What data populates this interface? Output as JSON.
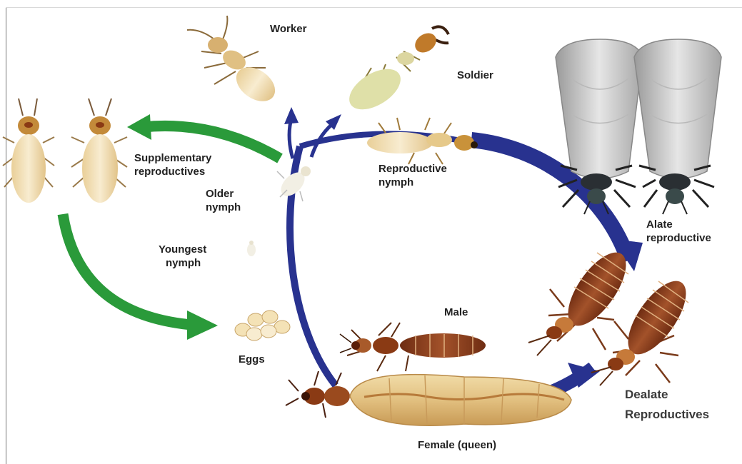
{
  "labels": {
    "worker": "Worker",
    "soldier": "Soldier",
    "supplementary_1": "Supplementary",
    "supplementary_2": "reproductives",
    "reproductive_nymph_1": "Reproductive",
    "reproductive_nymph_2": "nymph",
    "older_nymph_1": "Older",
    "older_nymph_2": "nymph",
    "youngest_nymph_1": "Youngest",
    "youngest_nymph_2": "nymph",
    "alate_1": "Alate",
    "alate_2": "reproductive",
    "male": "Male",
    "eggs": "Eggs",
    "dealate_1": "Dealate",
    "dealate_2": "Reproductives",
    "female": "Female (queen)"
  },
  "colors": {
    "cycle_arrow": "#28328f",
    "green_arrow": "#2a9a3a",
    "nymph_body": "#f0dcb0",
    "soldier_body": "#dfe0a8",
    "dealate_body": "#8b3d1c",
    "queen_abdomen": "#e8cf95",
    "wing": "#c9c9c9"
  }
}
